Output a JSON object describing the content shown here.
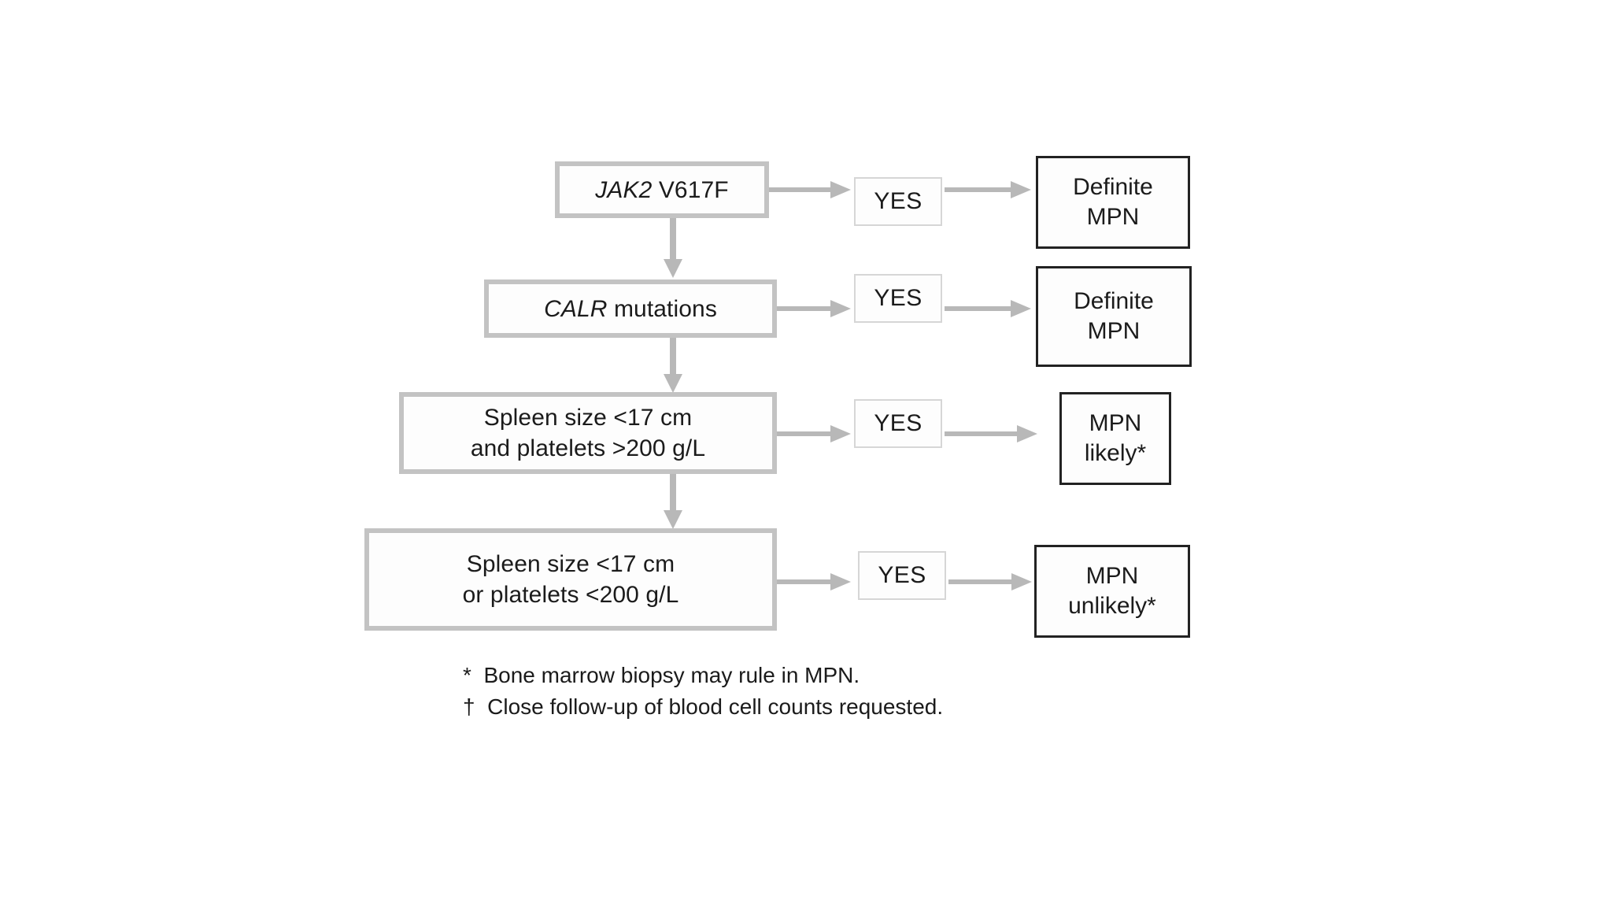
{
  "figure": {
    "type": "flowchart",
    "orientation": "top-to-bottom sequential decision ladder",
    "background_color": "#ffffff",
    "colors": {
      "decision_border": "#c3c3c3",
      "yes_border": "#d6d6d6",
      "outcome_border": "#222222",
      "arrow": "#b8b8b8",
      "text": "#1b1b1b"
    }
  },
  "rows": [
    {
      "id": "row-1",
      "decision": {
        "gene": "JAK2",
        "rest": " V617F",
        "full_text": "JAK2 V617F"
      },
      "branch_label": "YES",
      "outcome": "Definite\nMPN"
    },
    {
      "id": "row-2",
      "decision": {
        "gene": "CALR",
        "rest": " mutations",
        "full_text": "CALR mutations"
      },
      "branch_label": "YES",
      "outcome": "Definite\nMPN"
    },
    {
      "id": "row-3",
      "decision": {
        "gene": "",
        "rest": "",
        "full_text": "Spleen size <17 cm\nand platelets >200 g/L"
      },
      "branch_label": "YES",
      "outcome": "MPN\nlikely*"
    },
    {
      "id": "row-4",
      "decision": {
        "gene": "",
        "rest": "",
        "full_text": "Spleen size <17 cm\nor platelets <200 g/L"
      },
      "branch_label": "YES",
      "outcome": "MPN\nunlikely*"
    }
  ],
  "footnotes": [
    "*  Bone marrow biopsy may rule in MPN.",
    "†  Close follow-up of blood cell counts requested."
  ]
}
